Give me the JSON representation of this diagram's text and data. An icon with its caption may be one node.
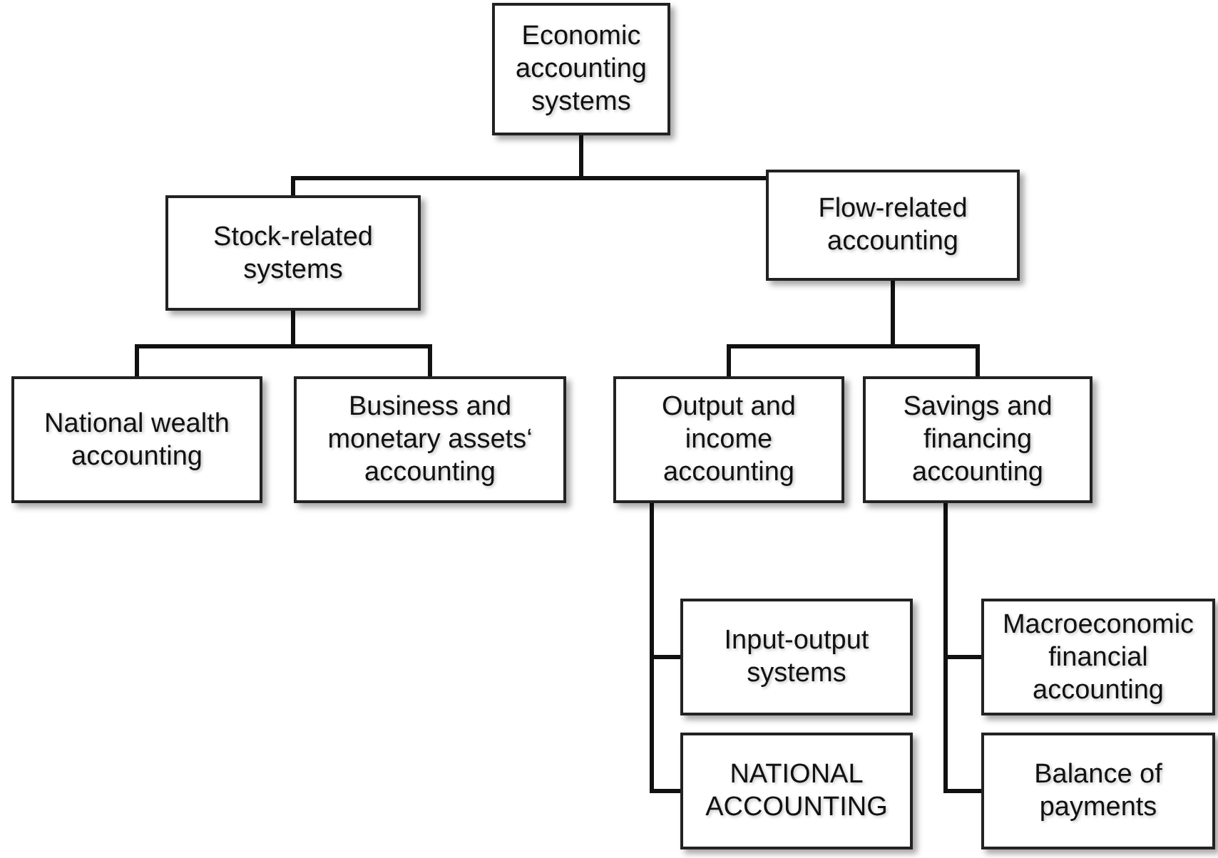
{
  "diagram": {
    "nodes": [
      {
        "text": [
          "Economic accounting systems"
        ]
      },
      {
        "text": [
          "Stock-related systems"
        ]
      },
      {
        "text": [
          "Flow-related accounting"
        ]
      },
      {
        "text": [
          "National wealth accounting"
        ]
      },
      {
        "text": [
          "Business and monetary assets‘ accounting"
        ]
      },
      {
        "text": [
          "Output and income accounting"
        ]
      },
      {
        "text": [
          "Savings and financing accounting"
        ]
      },
      {
        "text": [
          "Input-output systems"
        ]
      },
      {
        "text": [
          "NATIONAL ACCOUNTING"
        ]
      },
      {
        "text": [
          "Macroeconomic financial accounting"
        ]
      },
      {
        "text": [
          "Balance of payments"
        ]
      }
    ],
    "edges": [
      {
        "from": 0,
        "to": 1,
        "arrow": "none"
      },
      {
        "from": 0,
        "to": 2,
        "arrow": "none"
      },
      {
        "from": 1,
        "to": 3,
        "arrow": "none"
      },
      {
        "from": 1,
        "to": 4,
        "arrow": "none"
      },
      {
        "from": 2,
        "to": 5,
        "arrow": "none"
      },
      {
        "from": 2,
        "to": 6,
        "arrow": "none"
      },
      {
        "from": 5,
        "to": 7,
        "arrow": "none"
      },
      {
        "from": 5,
        "to": 8,
        "arrow": "none"
      },
      {
        "from": 6,
        "to": 9,
        "arrow": "none"
      },
      {
        "from": 6,
        "to": 10,
        "arrow": "none"
      }
    ]
  }
}
